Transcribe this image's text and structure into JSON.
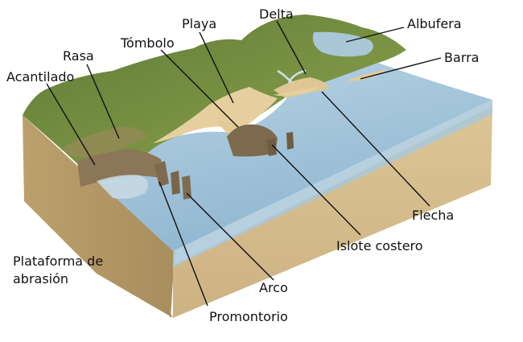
{
  "labels": {
    "playa": "Playa",
    "delta": "Delta",
    "albufera": "Albufera",
    "tombolo": "Tómbolo",
    "rasa": "Rasa",
    "barra": "Barra",
    "acantilado": "Acantilado",
    "flecha": "Flecha",
    "islote_costero": "Islote costero",
    "plataforma_abrasion": "Plataforma de abrasión",
    "arco": "Arco",
    "promontorio": "Promontorio"
  },
  "colors": {
    "sea": "#9ec3d9",
    "sea_deep": "#86afc9",
    "land": "#6f8a3e",
    "sand": "#e7d1a2",
    "soil_front": "#d6bd8d",
    "soil_side": "#b69a67",
    "cliff": "#8d7a5c",
    "leader": "#111111"
  }
}
